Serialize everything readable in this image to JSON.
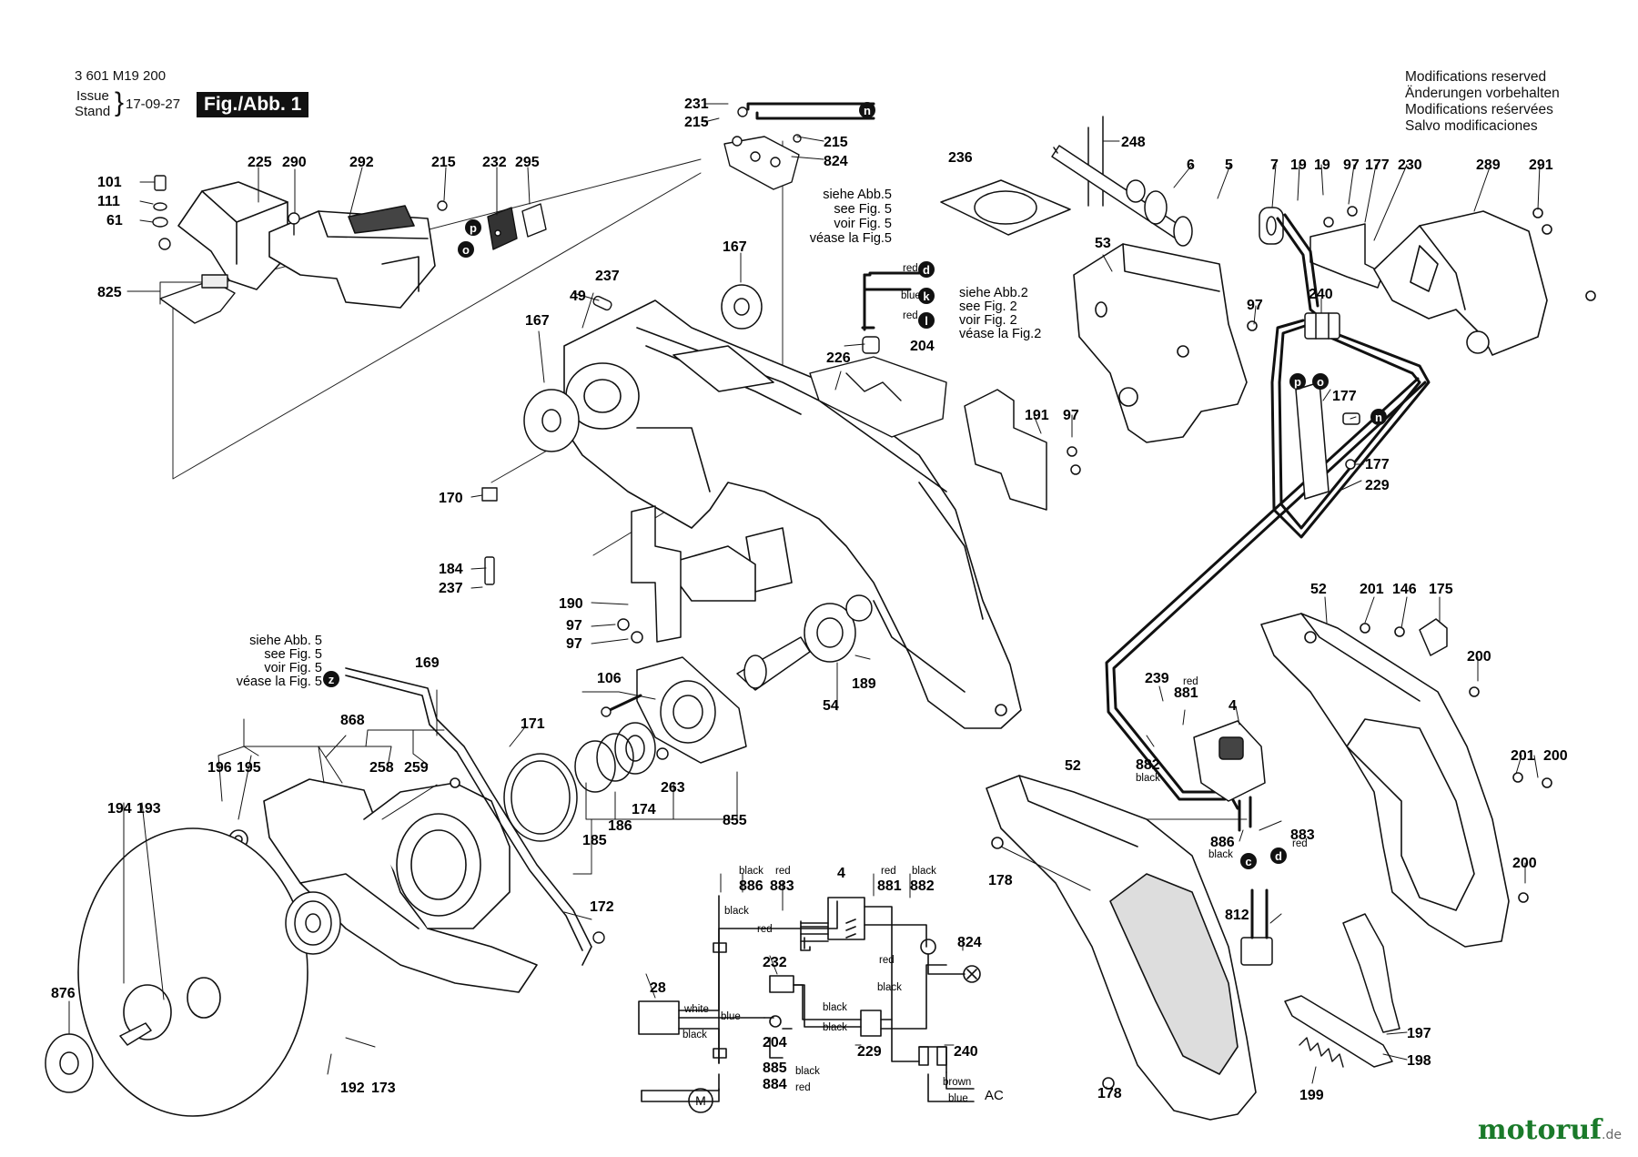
{
  "header": {
    "doc_number": "3 601 M19 200",
    "issue_label": "Issue",
    "stand_label": "Stand",
    "date": "17-09-27",
    "figure": "Fig./Abb. 1"
  },
  "modifications": [
    "Modifications reserved",
    "Änderungen vorbehalten",
    "Modifications reśervées",
    "Salvo modificaciones"
  ],
  "brand": {
    "name": "motoruf",
    "suffix": ".de",
    "color_main": "#1a7a2a",
    "color_accent": "#e08a00"
  },
  "refs": {
    "abb5": [
      "siehe Abb.5",
      "see Fig. 5",
      "voir Fig. 5",
      "véase la Fig.5"
    ],
    "abb2": [
      "siehe Abb.2",
      "see Fig. 2",
      "voir Fig. 2",
      "véase la Fig.2"
    ],
    "abb5b": [
      "siehe Abb. 5",
      "see Fig. 5",
      "voir Fig. 5",
      "véase la Fig. 5"
    ]
  },
  "wire_labels": {
    "red": "red",
    "blue": "blue",
    "black": "black",
    "white": "white",
    "brown": "brown",
    "ac": "AC"
  },
  "callouts": {
    "c_d": "d",
    "c_k": "k",
    "c_l": "l",
    "c_n": "n",
    "c_p": "p",
    "c_o": "o",
    "c_c": "c",
    "c_z": "z",
    "c_m": "M"
  },
  "parts": {
    "p231": "231",
    "p215a": "215",
    "p215b": "215",
    "p824a": "824",
    "p101": "101",
    "p111": "111",
    "p61": "61",
    "p825": "825",
    "p225": "225",
    "p290": "290",
    "p292": "292",
    "p215c": "215",
    "p232a": "232",
    "p295": "295",
    "p167a": "167",
    "p167b": "167",
    "p49": "49",
    "p237a": "237",
    "p204a": "204",
    "p226": "226",
    "p170": "170",
    "p184": "184",
    "p237b": "237",
    "p190": "190",
    "p97a": "97",
    "p97b": "97",
    "p236": "236",
    "p248": "248",
    "p53": "53",
    "p6": "6",
    "p5": "5",
    "p7": "7",
    "p19a": "19",
    "p19b": "19",
    "p97c": "97",
    "p177a": "177",
    "p230": "230",
    "p289": "289",
    "p291": "291",
    "p97d": "97",
    "p240a": "240",
    "p177b": "177",
    "p177c": "177",
    "p229a": "229",
    "p191": "191",
    "p97e": "97",
    "p52a": "52",
    "p201a": "201",
    "p146": "146",
    "p175": "175",
    "p200a": "200",
    "p201b": "201",
    "p200b": "200",
    "p200c": "200",
    "p239": "239",
    "p881a": "881",
    "p4a": "4",
    "p882a": "882",
    "p883a": "883",
    "p886a": "886",
    "p812": "812",
    "p52b": "52",
    "p178a": "178",
    "p178b": "178",
    "p197": "197",
    "p198": "198",
    "p199": "199",
    "p169": "169",
    "p106": "106",
    "p54": "54",
    "p189": "189",
    "p868": "868",
    "p171": "171",
    "p196": "196",
    "p195": "195",
    "p258": "258",
    "p259": "259",
    "p263": "263",
    "p174": "174",
    "p186": "186",
    "p185": "185",
    "p855": "855",
    "p194": "194",
    "p193": "193",
    "p172": "172",
    "p876": "876",
    "p192": "192",
    "p173": "173",
    "w886": "886",
    "w883": "883",
    "w4": "4",
    "w881": "881",
    "w882": "882",
    "w824": "824",
    "w232": "232",
    "w28": "28",
    "w204": "204",
    "w229": "229",
    "w240": "240",
    "w885": "885",
    "w884": "884"
  }
}
